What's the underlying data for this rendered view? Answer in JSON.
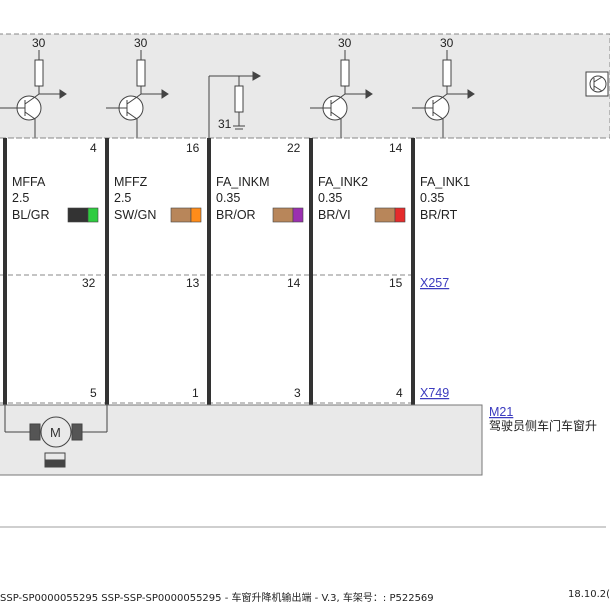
{
  "control_unit": {
    "supply_labels": [
      "30",
      "30",
      "30",
      "30"
    ],
    "ground_label": "31"
  },
  "pins_top": [
    "4",
    "16",
    "22",
    "14"
  ],
  "wires": [
    {
      "name": "MFFA",
      "gauge": "2.5",
      "color": "BL/GR",
      "swatch": [
        "#333333",
        "#2ecc40"
      ]
    },
    {
      "name": "MFFZ",
      "gauge": "2.5",
      "color": "SW/GN",
      "swatch": [
        "#b8865a",
        "#ff8c1a"
      ]
    },
    {
      "name": "FA_INKM",
      "gauge": "0.35",
      "color": "BR/OR",
      "swatch": [
        "#b8865a",
        "#9b30b0"
      ]
    },
    {
      "name": "FA_INK2",
      "gauge": "0.35",
      "color": "BR/VI",
      "swatch": [
        "#b8865a",
        "#e52b2b"
      ]
    },
    {
      "name": "FA_INK1",
      "gauge": "0.35",
      "color": "BR/RT",
      "swatch": null
    }
  ],
  "connector_x257": {
    "id": "X257",
    "pins": [
      "32",
      "13",
      "14",
      "15"
    ]
  },
  "connector_x749": {
    "id": "X749",
    "pins": [
      "5",
      "1",
      "3",
      "4"
    ]
  },
  "motor": {
    "id": "M21",
    "description": "驾驶员侧车门车窗升",
    "symbol": "M"
  },
  "footer": {
    "left": "SSP-SP0000055295 SSP-SSP-SP0000055295 - 车窗升降机输出端 - V.3, 车架号：: P522569",
    "right": "18.10.2("
  }
}
